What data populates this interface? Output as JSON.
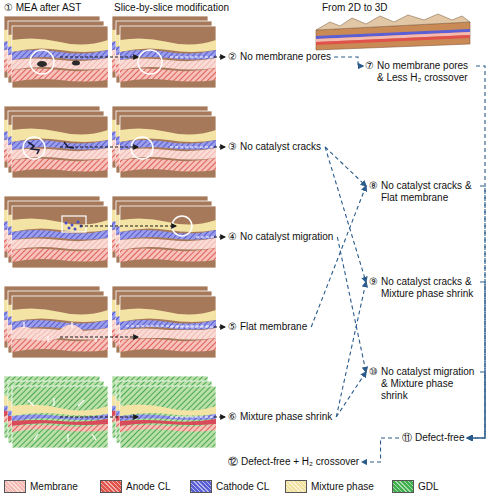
{
  "diagram": {
    "nodes": [
      {
        "text": [
          "②",
          "No membrane pores"
        ]
      },
      {
        "text": [
          "③",
          "No catalyst cracks"
        ]
      },
      {
        "text": [
          "④",
          "No catalyst migration"
        ]
      },
      {
        "text": [
          "⑤",
          "Flat membrane"
        ]
      },
      {
        "text": [
          "⑥",
          "Mixture phase shrink"
        ]
      },
      {
        "text": [
          "⑦",
          "No membrane pores & Less H₂ crossover"
        ]
      },
      {
        "text": [
          "⑧",
          "No catalyst cracks & Flat membrane"
        ]
      },
      {
        "text": [
          "⑨",
          "No catalyst cracks & Mixture phase shrink"
        ]
      },
      {
        "text": [
          "⑩",
          "No catalyst migration & Mixture phase shrink"
        ]
      },
      {
        "text": [
          "⑪",
          "Defect-free"
        ]
      },
      {
        "text": [
          "⑫",
          "Defect-free + H₂ crossover"
        ]
      }
    ],
    "edges": [
      {
        "from": 0,
        "to": 5,
        "arrow": "to"
      },
      {
        "from": 1,
        "to": 6,
        "arrow": "to"
      },
      {
        "from": 3,
        "to": 6,
        "arrow": "to"
      },
      {
        "from": 1,
        "to": 7,
        "arrow": "to"
      },
      {
        "from": 4,
        "to": 7,
        "arrow": "to"
      },
      {
        "from": 2,
        "to": 8,
        "arrow": "to"
      },
      {
        "from": 4,
        "to": 8,
        "arrow": "to"
      },
      {
        "from": 5,
        "to": 9,
        "arrow": "to"
      },
      {
        "from": 6,
        "to": 9,
        "arrow": "to"
      },
      {
        "from": 7,
        "to": 9,
        "arrow": "to"
      },
      {
        "from": 8,
        "to": 9,
        "arrow": "to"
      },
      {
        "from": 9,
        "to": 10,
        "arrow": "to"
      }
    ],
    "labels": [
      "① MEA after AST",
      "Slice-by-slice modification",
      "From 2D to 3D"
    ],
    "legend": [
      {
        "text": "Membrane",
        "color": "#f4b9b2"
      },
      {
        "text": "Anode CL",
        "color": "#e0524a"
      },
      {
        "text": "Cathode CL",
        "color": "#5b5fd6"
      },
      {
        "text": "Mixture phase",
        "color": "#f2e2a0"
      },
      {
        "text": "GDL",
        "color": "#3fae4c"
      }
    ]
  }
}
